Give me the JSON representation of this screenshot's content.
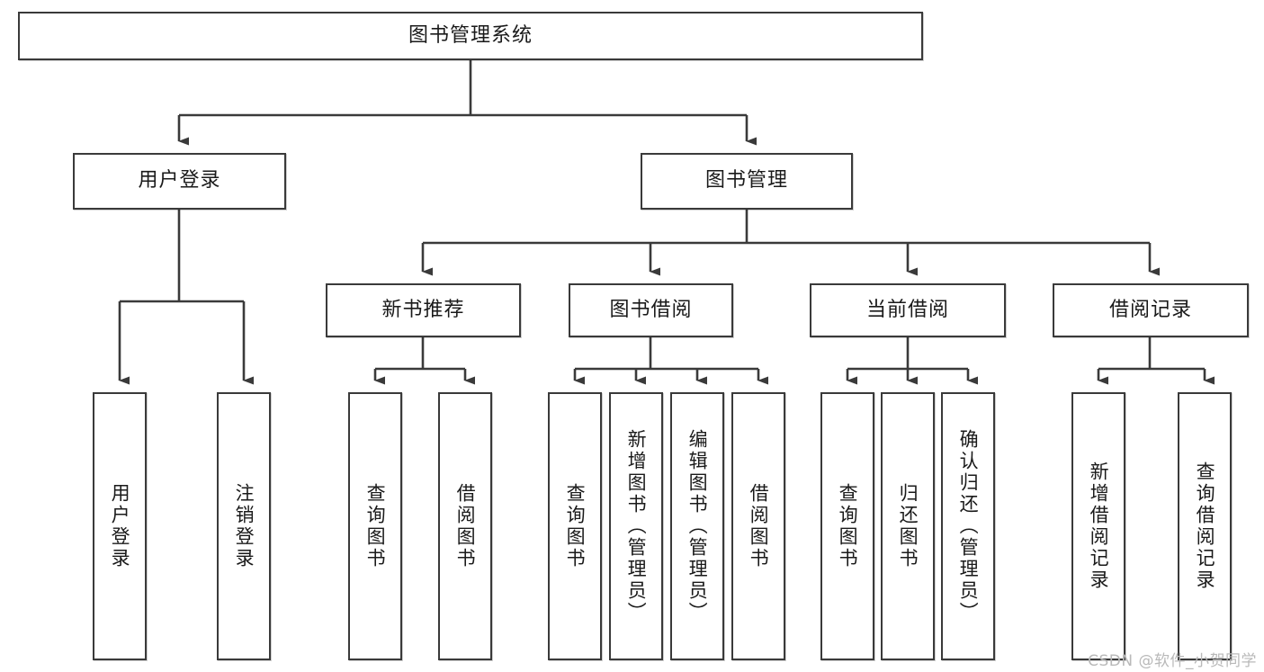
{
  "diagram": {
    "type": "tree-hierarchy-chart",
    "title": "图书管理系统",
    "watermark": "CSDN @软件_小贺同学",
    "style": {
      "border_color": "#3a3a3a",
      "fill_color": "#ffffff",
      "text_color": "#1a1a1a",
      "watermark_color": "#b9b9b9",
      "edge_color": "#3a3a3a"
    },
    "root": {
      "label": "图书管理系统"
    },
    "level1": [
      {
        "id": "user-login",
        "label": "用户登录"
      },
      {
        "id": "book-manage",
        "label": "图书管理"
      }
    ],
    "level2": [
      {
        "id": "new-book-recommend",
        "label": "新书推荐",
        "parent": "book-manage"
      },
      {
        "id": "book-borrow",
        "label": "图书借阅",
        "parent": "book-manage"
      },
      {
        "id": "current-borrow",
        "label": "当前借阅",
        "parent": "book-manage"
      },
      {
        "id": "borrow-record",
        "label": "借阅记录",
        "parent": "book-manage"
      }
    ],
    "leaves": [
      {
        "id": "leaf-user-login",
        "label": "用户登录",
        "parent": "user-login"
      },
      {
        "id": "leaf-user-logout",
        "label": "注销登录",
        "parent": "user-login"
      },
      {
        "id": "leaf-query-book-1",
        "label": "查询图书",
        "parent": "new-book-recommend"
      },
      {
        "id": "leaf-borrow-book-1",
        "label": "借阅图书",
        "parent": "new-book-recommend"
      },
      {
        "id": "leaf-query-book-2",
        "label": "查询图书",
        "parent": "book-borrow"
      },
      {
        "id": "leaf-add-book",
        "label": "新增图书（管理员）",
        "parent": "book-borrow"
      },
      {
        "id": "leaf-edit-book",
        "label": "编辑图书（管理员）",
        "parent": "book-borrow"
      },
      {
        "id": "leaf-borrow-book-2",
        "label": "借阅图书",
        "parent": "book-borrow"
      },
      {
        "id": "leaf-query-book-3",
        "label": "查询图书",
        "parent": "current-borrow"
      },
      {
        "id": "leaf-return-book",
        "label": "归还图书",
        "parent": "current-borrow"
      },
      {
        "id": "leaf-confirm-return",
        "label": "确认归还（管理员）",
        "parent": "current-borrow"
      },
      {
        "id": "leaf-add-record",
        "label": "新增借阅记录",
        "parent": "borrow-record"
      },
      {
        "id": "leaf-query-record",
        "label": "查询借阅记录",
        "parent": "borrow-record"
      }
    ]
  }
}
